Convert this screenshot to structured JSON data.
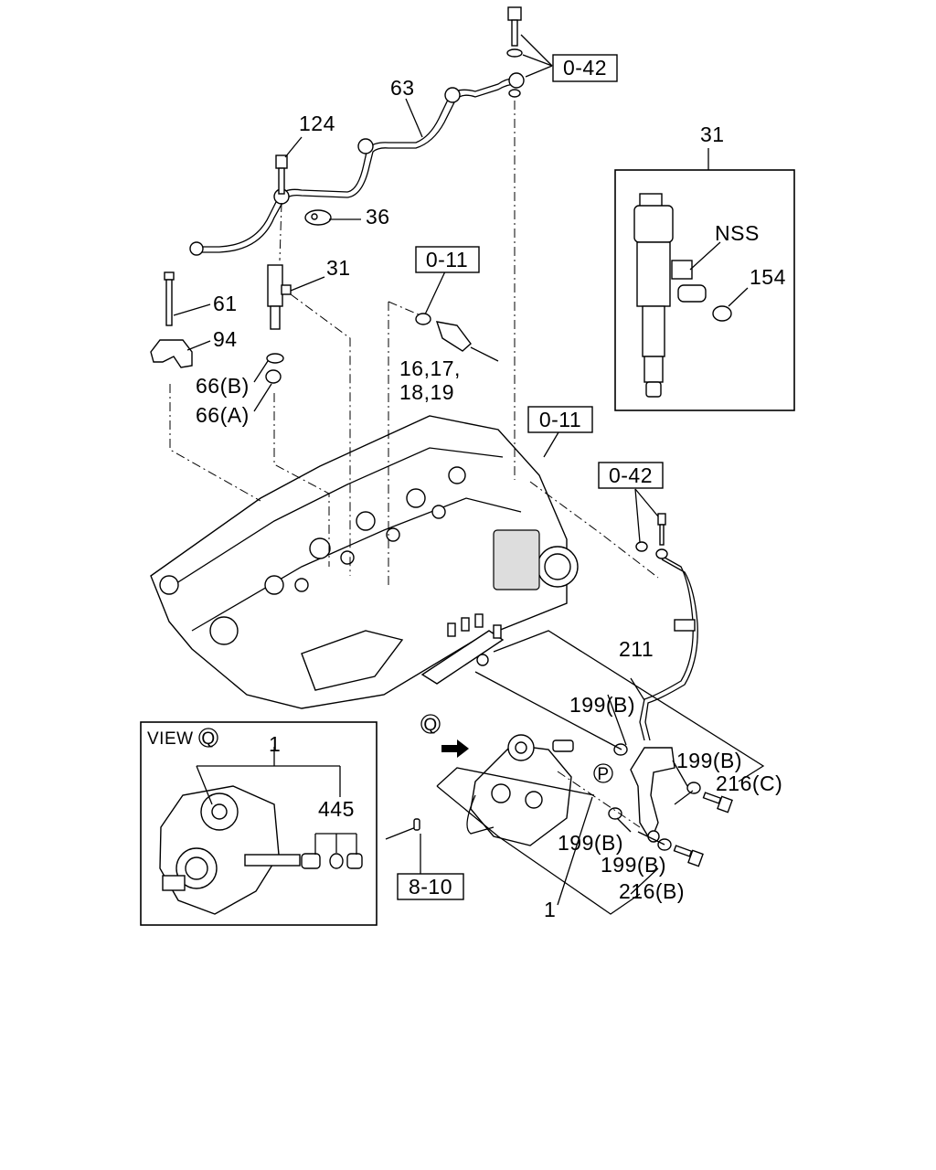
{
  "labels": {
    "ref_0_42_top": "0-42",
    "ref_0_42_mid": "0-42",
    "ref_0_11_a": "0-11",
    "ref_0_11_b": "0-11",
    "ref_8_10": "8-10",
    "p63": "63",
    "p124": "124",
    "p36": "36",
    "p31": "31",
    "p31_box": "31",
    "nss": "NSS",
    "p154": "154",
    "p61": "61",
    "p94": "94",
    "p66b": "66(B)",
    "p66a": "66(A)",
    "p16": "16,17,",
    "p18": "18,19",
    "p211": "211",
    "p199b_1": "199(B)",
    "p199b_2": "199(B)",
    "p199b_3": "199(B)",
    "p199b_4": "199(B)",
    "p216c": "216(C)",
    "p216b": "216(B)",
    "p1_view": "1",
    "p1_main": "1",
    "p445": "445",
    "view_text": "VIEW",
    "view_q": "Q",
    "callout_q": "Q",
    "callout_p": "P"
  }
}
